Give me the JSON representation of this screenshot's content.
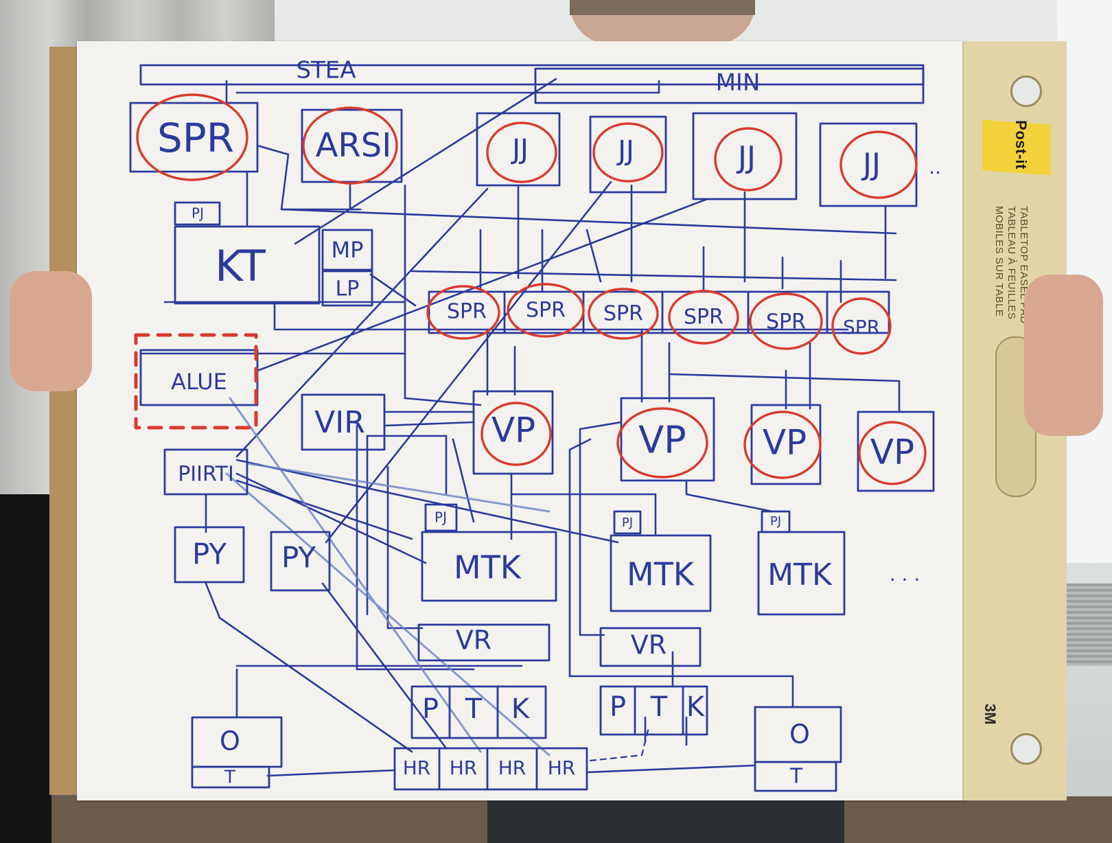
{
  "diagram": {
    "nodes": {
      "stea": "STEA",
      "min": "MIN",
      "spr_top": "SPR",
      "arsi": "ARSI",
      "jj_1": "JJ",
      "jj_2": "JJ",
      "jj_3": "JJ",
      "jj_4": "JJ",
      "pj_kt": "PJ",
      "kt": "KT",
      "mp": "MP",
      "lp": "LP",
      "spr_1": "SPR",
      "spr_2": "SPR",
      "spr_3": "SPR",
      "spr_4": "SPR",
      "spr_5": "SPR",
      "spr_6": "SPR",
      "alue": "ALUE",
      "vir": "VIR",
      "vp_1": "VP",
      "vp_2": "VP",
      "vp_3": "VP",
      "vp_4": "VP",
      "piirti": "PIIRTI",
      "py_1": "PY",
      "py_2": "PY",
      "pj_mtk1": "PJ",
      "pj_mtk2": "PJ",
      "pj_mtk3": "PJ",
      "mtk_1": "MTK",
      "mtk_2": "MTK",
      "mtk_3": "MTK",
      "vr_1": "VR",
      "vr_2": "VR",
      "ptk1_p": "P",
      "ptk1_t": "T",
      "ptk1_k": "K",
      "ptk2_p": "P",
      "ptk2_t": "T",
      "ptk2_k": "K",
      "o_left": "O",
      "t_left": "T",
      "o_right": "O",
      "t_right": "T",
      "hr_1": "HR",
      "hr_2": "HR",
      "hr_3": "HR",
      "hr_4": "HR"
    },
    "ellipsis_jj": "..",
    "ellipsis_mtk": ". . ."
  },
  "easel_pad": {
    "brand": "Post-it",
    "product_line_1": "TABLETOP EASEL PAD",
    "product_line_2": "TABLEAU À FEUILLES",
    "product_line_3": "MOBILES SUR TABLE",
    "maker": "3M"
  },
  "colors": {
    "ink_blue": "#2b3a9c",
    "ink_red": "#d93a2f",
    "paper": "#f4f2ee",
    "cardboard": "#b58f60",
    "pad_strip": "#e1d5a8",
    "logo_yellow": "#f3d23b"
  }
}
